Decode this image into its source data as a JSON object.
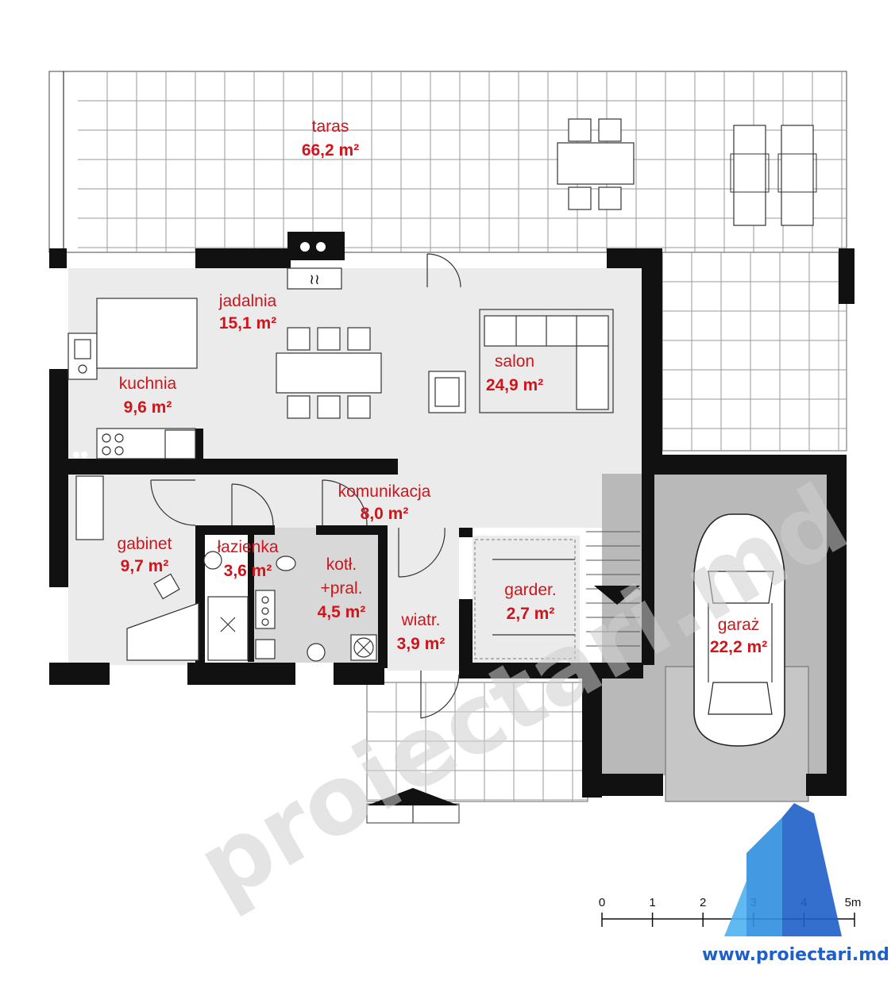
{
  "rooms": {
    "taras": {
      "label": "taras",
      "area": "66,2 m²"
    },
    "jadalnia": {
      "label": "jadalnia",
      "area": "15,1 m²"
    },
    "salon": {
      "label": "salon",
      "area": "24,9 m²"
    },
    "kuchnia": {
      "label": "kuchnia",
      "area": "9,6 m²"
    },
    "komunikacja": {
      "label": "komunikacja",
      "area": "8,0 m²"
    },
    "gabinet": {
      "label": "gabinet",
      "area": "9,7 m²"
    },
    "lazienka": {
      "label": "łazienka",
      "area": "3,6 m²"
    },
    "kotl": {
      "label": "kotł.",
      "label2": "+pral.",
      "area": "4,5 m²"
    },
    "wiatr": {
      "label": "wiatr.",
      "area": "3,9 m²"
    },
    "garder": {
      "label": "garder.",
      "area": "2,7 m²"
    },
    "garaz": {
      "label": "garaż",
      "area": "22,2 m²"
    }
  },
  "scale": {
    "ticks": [
      "0",
      "1",
      "2",
      "3",
      "4",
      "5m"
    ]
  },
  "watermark": {
    "text": "proiectari.md"
  },
  "brand": {
    "url": "www.proiectari.md"
  },
  "colors": {
    "label_red": "#d0141a",
    "floor_light": "#ebebeb",
    "floor_garage": "#b9b9b9",
    "wall": "#111111",
    "brand_blue": "#1f5fc8"
  }
}
